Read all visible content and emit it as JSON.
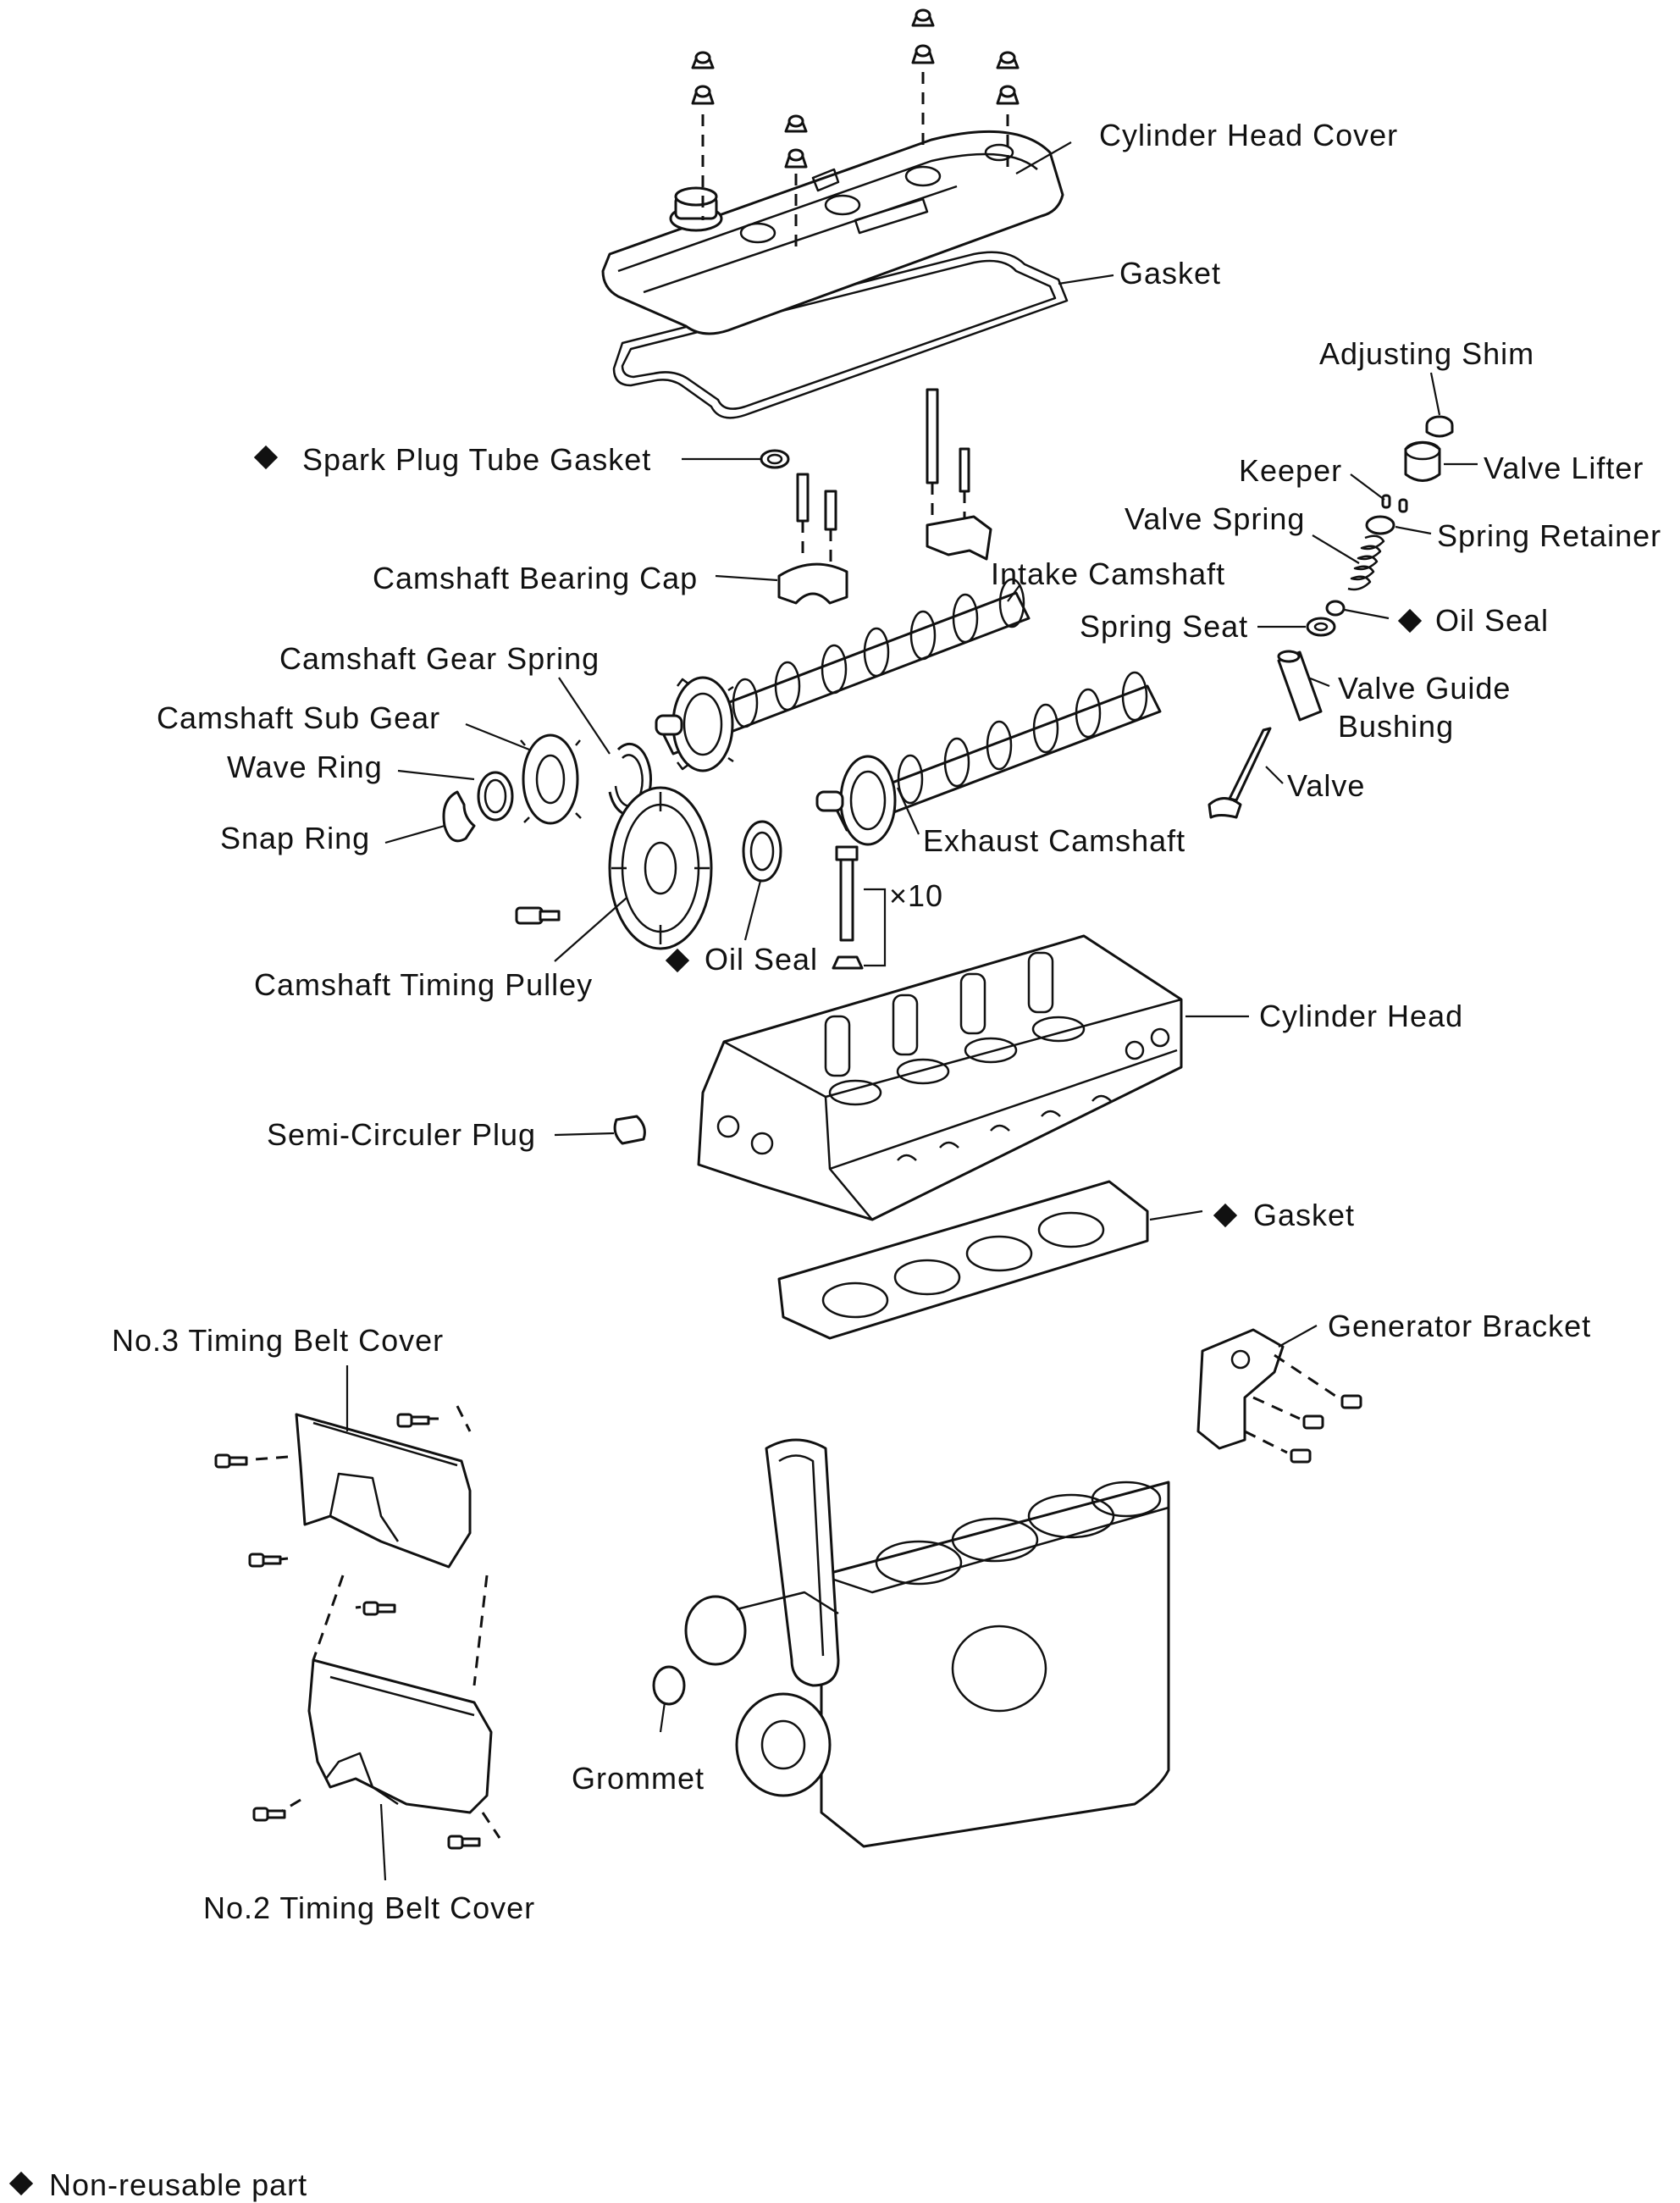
{
  "labels": {
    "cylinder_head_cover": "Cylinder Head Cover",
    "gasket_top": "Gasket",
    "adjusting_shim": "Adjusting Shim",
    "spark_plug_tube_gasket": "Spark Plug Tube Gasket",
    "keeper": "Keeper",
    "valve_lifter": "Valve Lifter",
    "valve_spring": "Valve Spring",
    "spring_retainer": "Spring Retainer",
    "camshaft_bearing_cap": "Camshaft Bearing Cap",
    "intake_camshaft": "Intake Camshaft",
    "spring_seat": "Spring Seat",
    "oil_seal_valve": "Oil Seal",
    "camshaft_gear_spring": "Camshaft Gear Spring",
    "valve_guide_bushing_line1": "Valve Guide",
    "valve_guide_bushing_line2": "Bushing",
    "camshaft_sub_gear": "Camshaft Sub Gear",
    "wave_ring": "Wave Ring",
    "valve": "Valve",
    "snap_ring": "Snap Ring",
    "exhaust_camshaft": "Exhaust Camshaft",
    "bolt_count": "×10",
    "oil_seal_cam": "Oil Seal",
    "camshaft_timing_pulley": "Camshaft Timing Pulley",
    "cylinder_head": "Cylinder Head",
    "semi_circular_plug": "Semi-Circuler Plug",
    "gasket_head": "Gasket",
    "no3_timing_belt_cover": "No.3 Timing Belt Cover",
    "generator_bracket": "Generator Bracket",
    "grommet": "Grommet",
    "no2_timing_belt_cover": "No.2 Timing Belt Cover"
  },
  "legend": {
    "non_reusable": "Non-reusable part"
  }
}
